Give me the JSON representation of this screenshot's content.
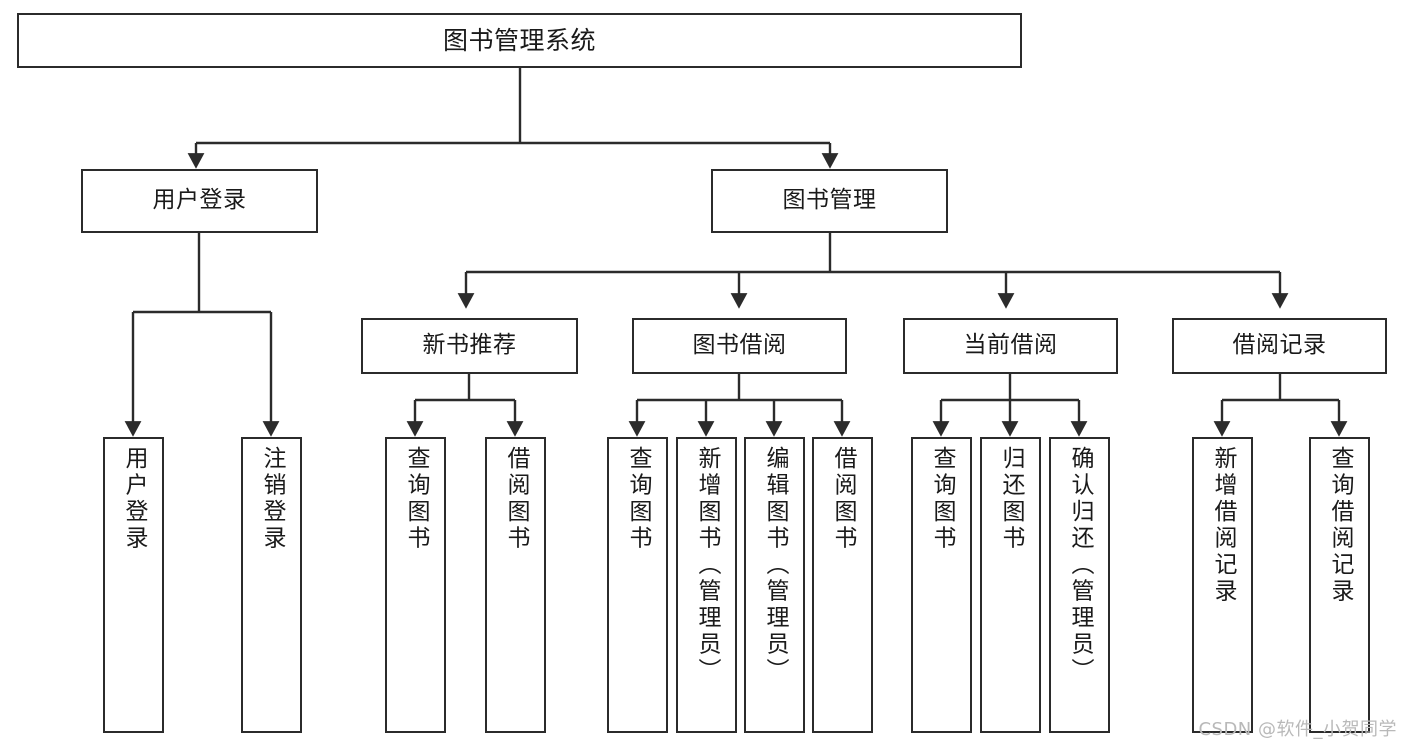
{
  "diagram": {
    "title": "图书管理系统",
    "type": "tree-hierarchy-chart",
    "line_color": "#2b2b2b",
    "box_fill": "#ffffff",
    "text_color": "#1a1a1a",
    "watermark": "CSDN @软件_小贺同学",
    "nodes": {
      "root": {
        "label": "图书管理系统"
      },
      "level2": [
        {
          "id": "user-login",
          "label": "用户登录"
        },
        {
          "id": "book-management",
          "label": "图书管理"
        }
      ],
      "level3": [
        {
          "id": "new-book-recommend",
          "label": "新书推荐"
        },
        {
          "id": "book-borrow",
          "label": "图书借阅"
        },
        {
          "id": "current-borrow",
          "label": "当前借阅"
        },
        {
          "id": "borrow-record",
          "label": "借阅记录"
        }
      ],
      "leaves": [
        {
          "id": "leaf-user-login",
          "parent": "user-login",
          "label": "用户登录"
        },
        {
          "id": "leaf-logout",
          "parent": "user-login",
          "label": "注销登录"
        },
        {
          "id": "leaf-query-book-1",
          "parent": "new-book-recommend",
          "label": "查询图书"
        },
        {
          "id": "leaf-borrow-book-1",
          "parent": "new-book-recommend",
          "label": "借阅图书"
        },
        {
          "id": "leaf-query-book-2",
          "parent": "book-borrow",
          "label": "查询图书"
        },
        {
          "id": "leaf-add-book",
          "parent": "book-borrow",
          "label": "新增图书（管理员）"
        },
        {
          "id": "leaf-edit-book",
          "parent": "book-borrow",
          "label": "编辑图书（管理员）"
        },
        {
          "id": "leaf-borrow-book-2",
          "parent": "book-borrow",
          "label": "借阅图书"
        },
        {
          "id": "leaf-query-book-3",
          "parent": "current-borrow",
          "label": "查询图书"
        },
        {
          "id": "leaf-return-book",
          "parent": "current-borrow",
          "label": "归还图书"
        },
        {
          "id": "leaf-confirm-return",
          "parent": "current-borrow",
          "label": "确认归还（管理员）"
        },
        {
          "id": "leaf-add-record",
          "parent": "borrow-record",
          "label": "新增借阅记录"
        },
        {
          "id": "leaf-query-record",
          "parent": "borrow-record",
          "label": "查询借阅记录"
        }
      ]
    }
  }
}
